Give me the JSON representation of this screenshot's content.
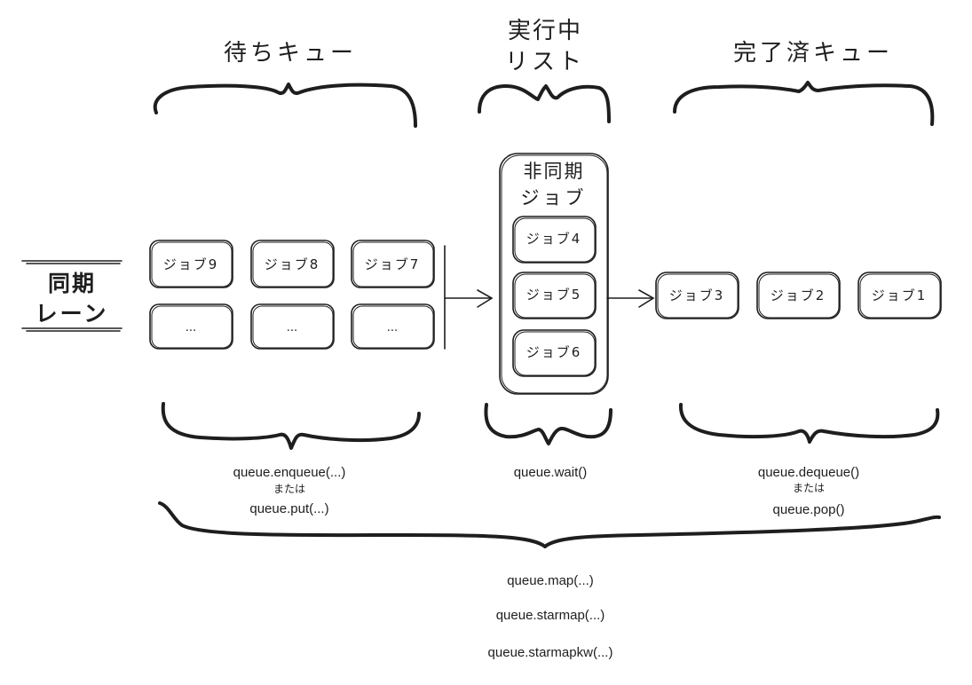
{
  "headers": {
    "waiting_queue": "待ちキュー",
    "running_list_line1": "実行中",
    "running_list_line2": "リスト",
    "completed_queue": "完了済キュー"
  },
  "lane": {
    "line1": "同期",
    "line2": "レーン"
  },
  "waiting_jobs": [
    "ジョブ9",
    "ジョブ8",
    "ジョブ7"
  ],
  "waiting_placeholders": [
    "...",
    "...",
    "..."
  ],
  "async_group": {
    "title_line1": "非同期",
    "title_line2": "ジョブ",
    "jobs": [
      "ジョブ4",
      "ジョブ5",
      "ジョブ6"
    ]
  },
  "completed_jobs": [
    "ジョブ3",
    "ジョブ2",
    "ジョブ1"
  ],
  "methods": {
    "enqueue": "queue.enqueue(...)",
    "or_1": "または",
    "put": "queue.put(...)",
    "wait": "queue.wait()",
    "dequeue": "queue.dequeue()",
    "or_2": "または",
    "pop": "queue.pop()",
    "map": "queue.map(...)",
    "starmap": "queue.starmap(...)",
    "starmapkw": "queue.starmapkw(...)"
  }
}
